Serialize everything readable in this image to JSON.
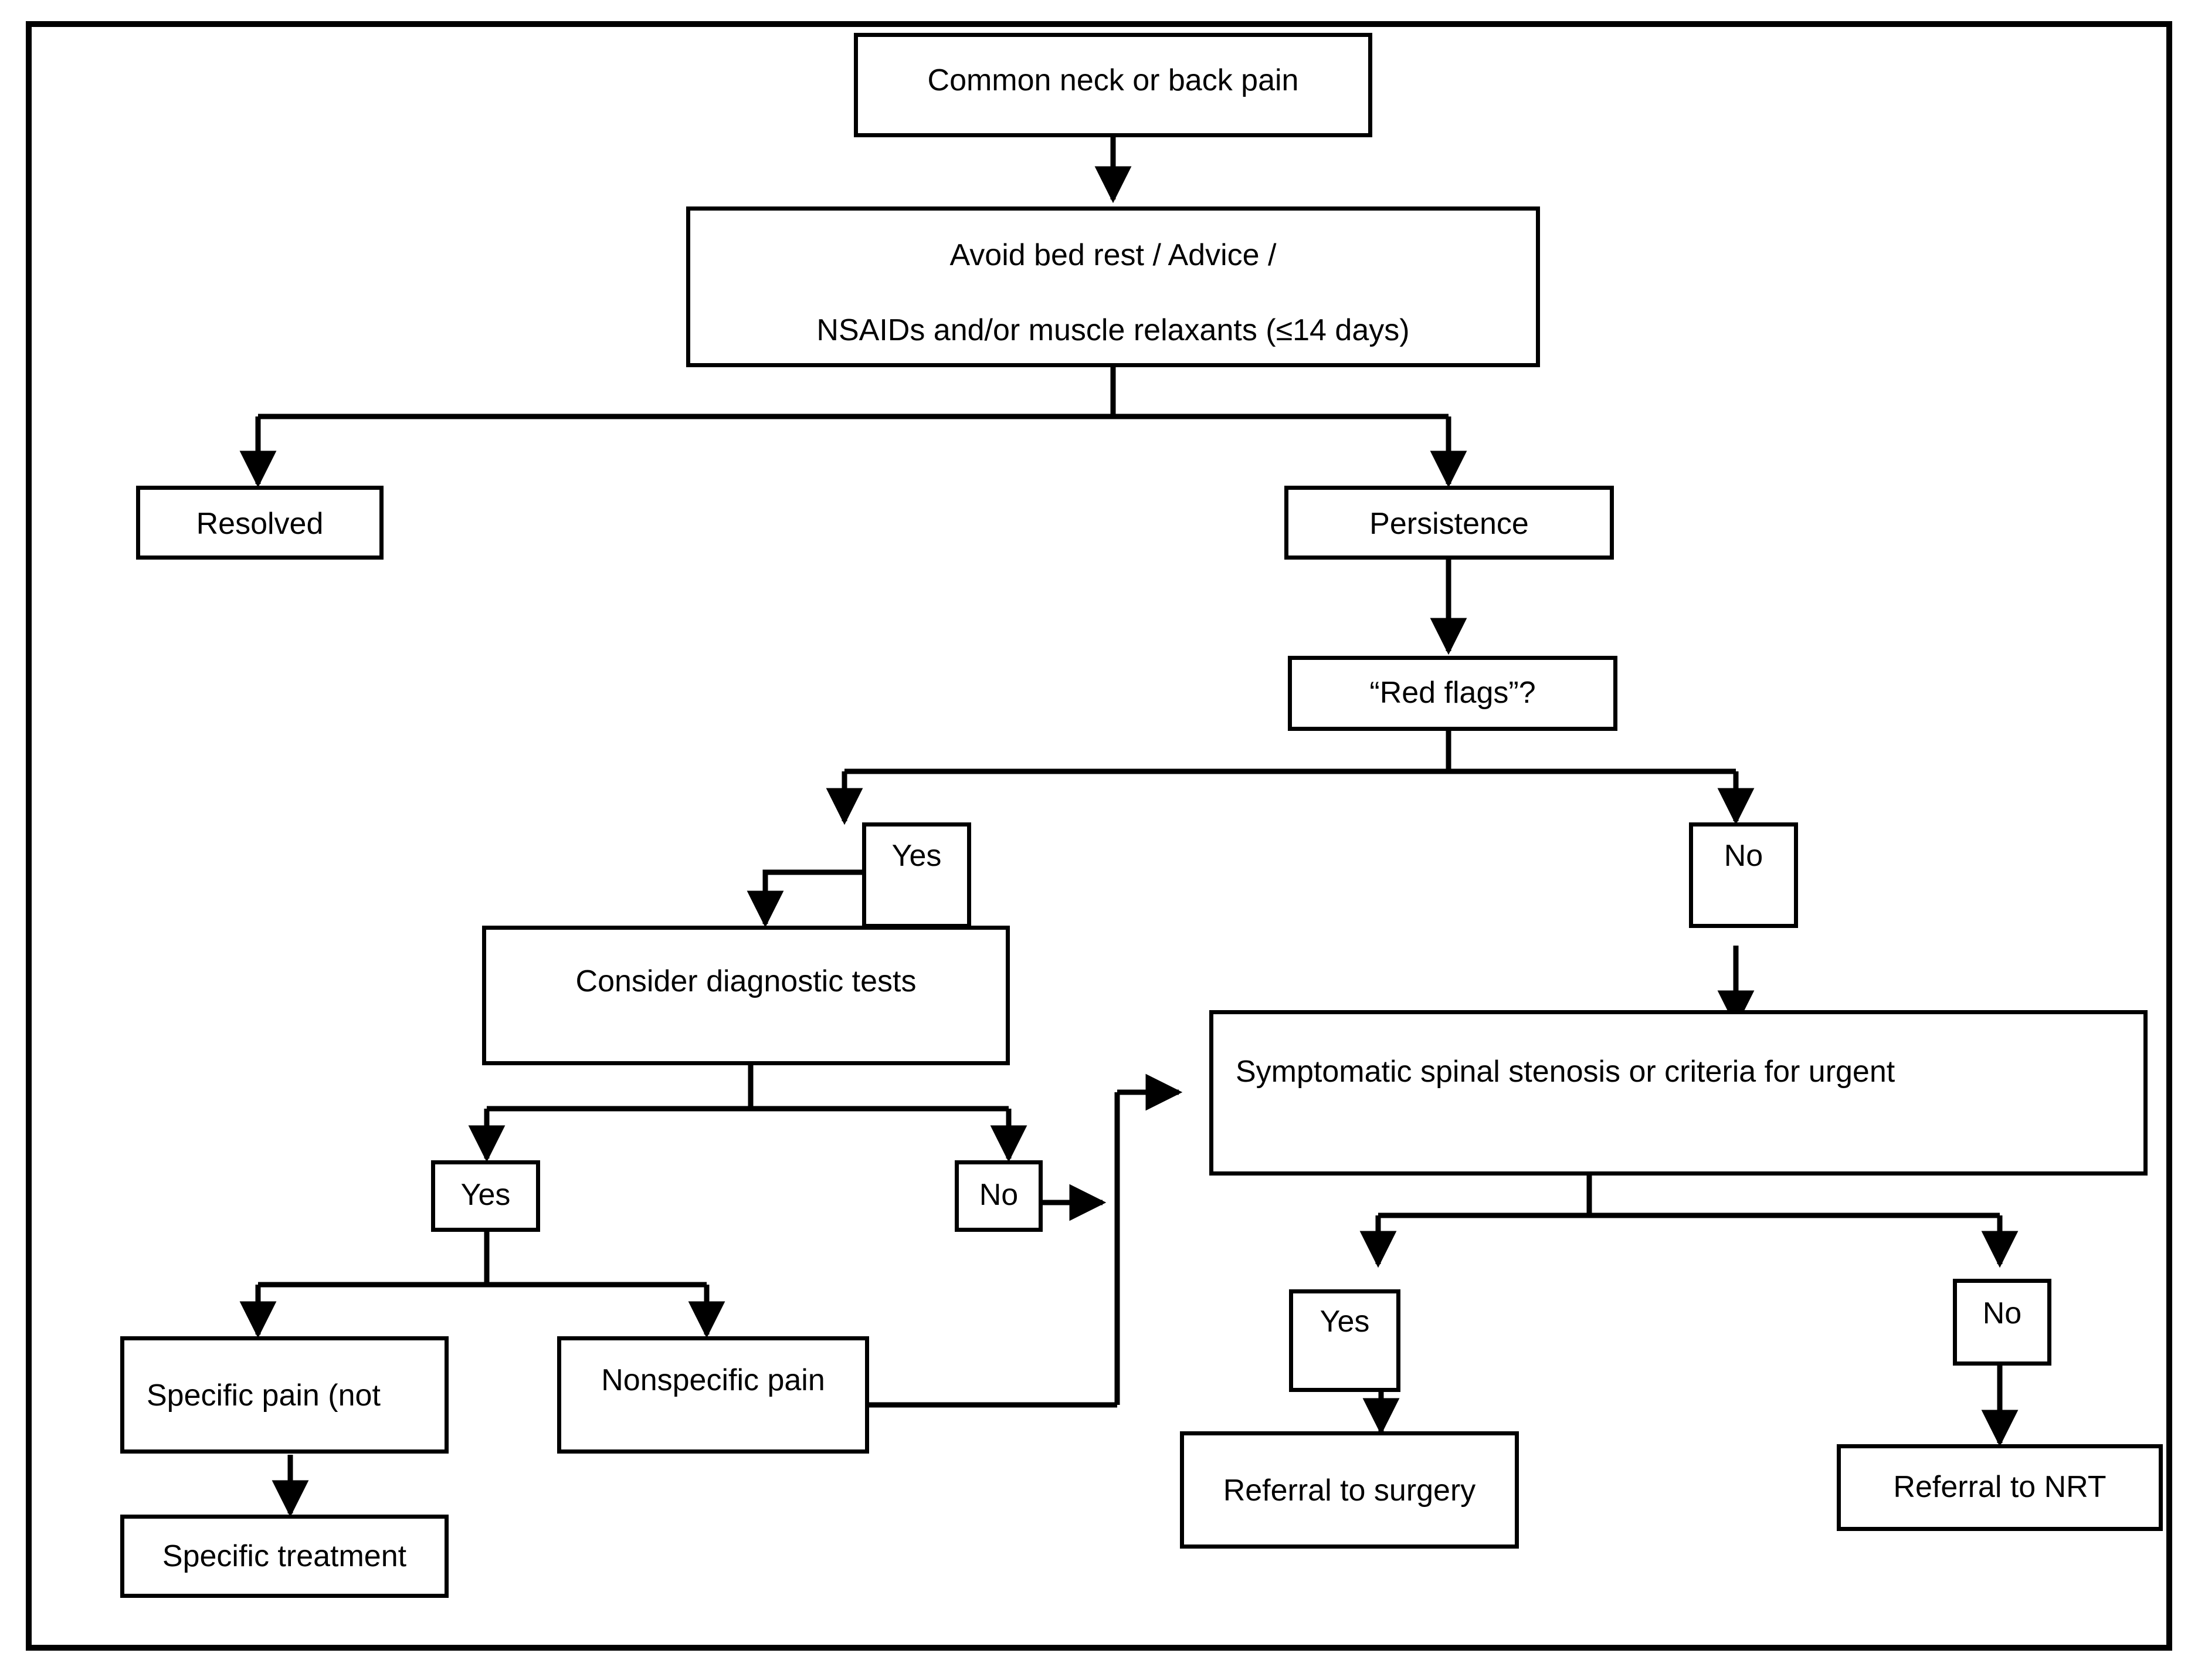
{
  "diagram": {
    "title": "Common neck or back pain management algorithm",
    "type": "flowchart",
    "stroke_color": "#000000",
    "background_color": "#ffffff"
  },
  "nodes": {
    "common_pain": "Common neck or back pain",
    "advice_line1": "Avoid bed rest / Advice /",
    "advice_line2": "NSAIDs and/or muscle relaxants (≤14 days)",
    "resolved": "Resolved",
    "persistence": "Persistence",
    "red_flags": "“Red flags”?",
    "red_flags_yes": "Yes",
    "red_flags_no": "No",
    "consider_tests": "Consider diagnostic tests",
    "tests_yes": "Yes",
    "tests_no": "No",
    "stenosis": "Symptomatic spinal stenosis or criteria for urgent",
    "specific_pain": "Specific pain (not",
    "nonspecific_pain": "Nonspecific pain",
    "specific_treatment": "Specific treatment",
    "stenosis_yes": "Yes",
    "stenosis_no": "No",
    "referral_surgery": "Referral to surgery",
    "referral_nrt": "Referral to NRT"
  }
}
